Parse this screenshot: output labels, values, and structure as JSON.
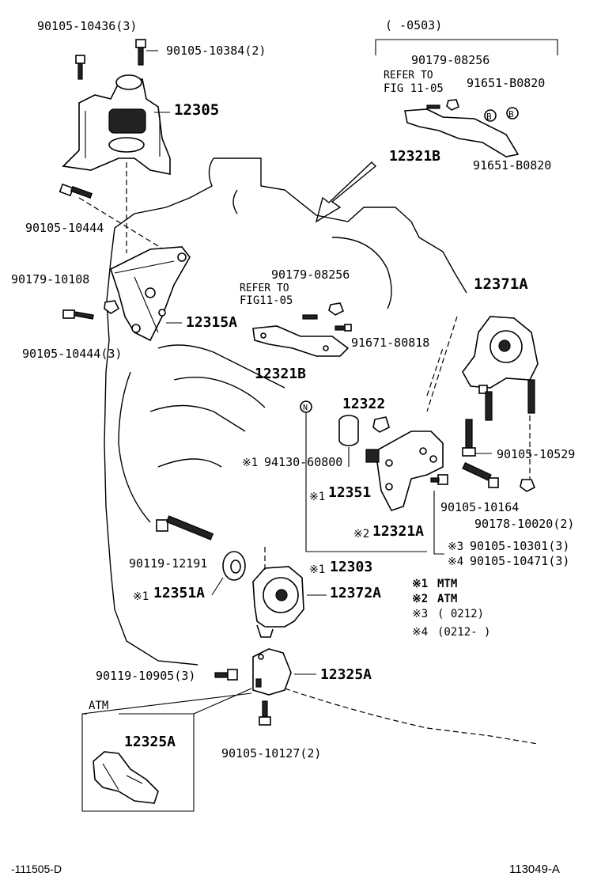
{
  "labels": {
    "p_90105_10436": "90105-10436(3)",
    "p_90105_10384": "90105-10384(2)",
    "p_12305": "12305",
    "p_90105_10444a": "90105-10444",
    "p_90179_10108": "90179-10108",
    "p_90105_10444b": "90105-10444(3)",
    "p_12315A": "12315A",
    "p_90179_08256_mid": "90179-08256",
    "refer_mid_1": "REFER TO",
    "refer_mid_2": "FIG11-05",
    "p_91671_80818": "91671-80818",
    "p_12321B_mid": "12321B",
    "p_12371A": "12371A",
    "p_12322": "12322",
    "p_94130_60800": "94130-60800",
    "p_12351": "12351",
    "p_90105_10529": "90105-10529",
    "p_90105_10164": "90105-10164",
    "p_90178_10020": "90178-10020(2)",
    "p_12321A": "12321A",
    "p_90105_10301": "90105-10301(3)",
    "p_90105_10471": "90105-10471(3)",
    "p_90119_12191": "90119-12191",
    "p_12303": "12303",
    "p_12351A": "12351A",
    "p_12372A": "12372A",
    "p_90119_10905": "90119-10905(3)",
    "p_12325A": "12325A",
    "p_90105_10127": "90105-10127(2)",
    "atm_box_title": "ATM",
    "p_12325A_atm": "12325A",
    "inset_range": "(    -0503)",
    "p_90179_08256_top": "90179-08256",
    "refer_top_1": "REFER TO",
    "refer_top_2": "FIG  11-05",
    "p_91651_B0820_a": "91651-B0820",
    "p_12321B_top": "12321B",
    "p_91651_B0820_b": "91651-B0820",
    "mark1": "※1",
    "mark2": "※2",
    "mark3": "※3",
    "mark4": "※4",
    "n_mark": "N",
    "b_mark": "B"
  },
  "legend": {
    "k1": "※1",
    "v1": "MTM",
    "k2": "※2",
    "v2": "ATM",
    "k3": "※3",
    "v3": "(      0212)",
    "k4": "※4",
    "v4": "(0212-      )"
  },
  "footer": {
    "left_code": "-111505-D",
    "right_code": "113049-A"
  }
}
